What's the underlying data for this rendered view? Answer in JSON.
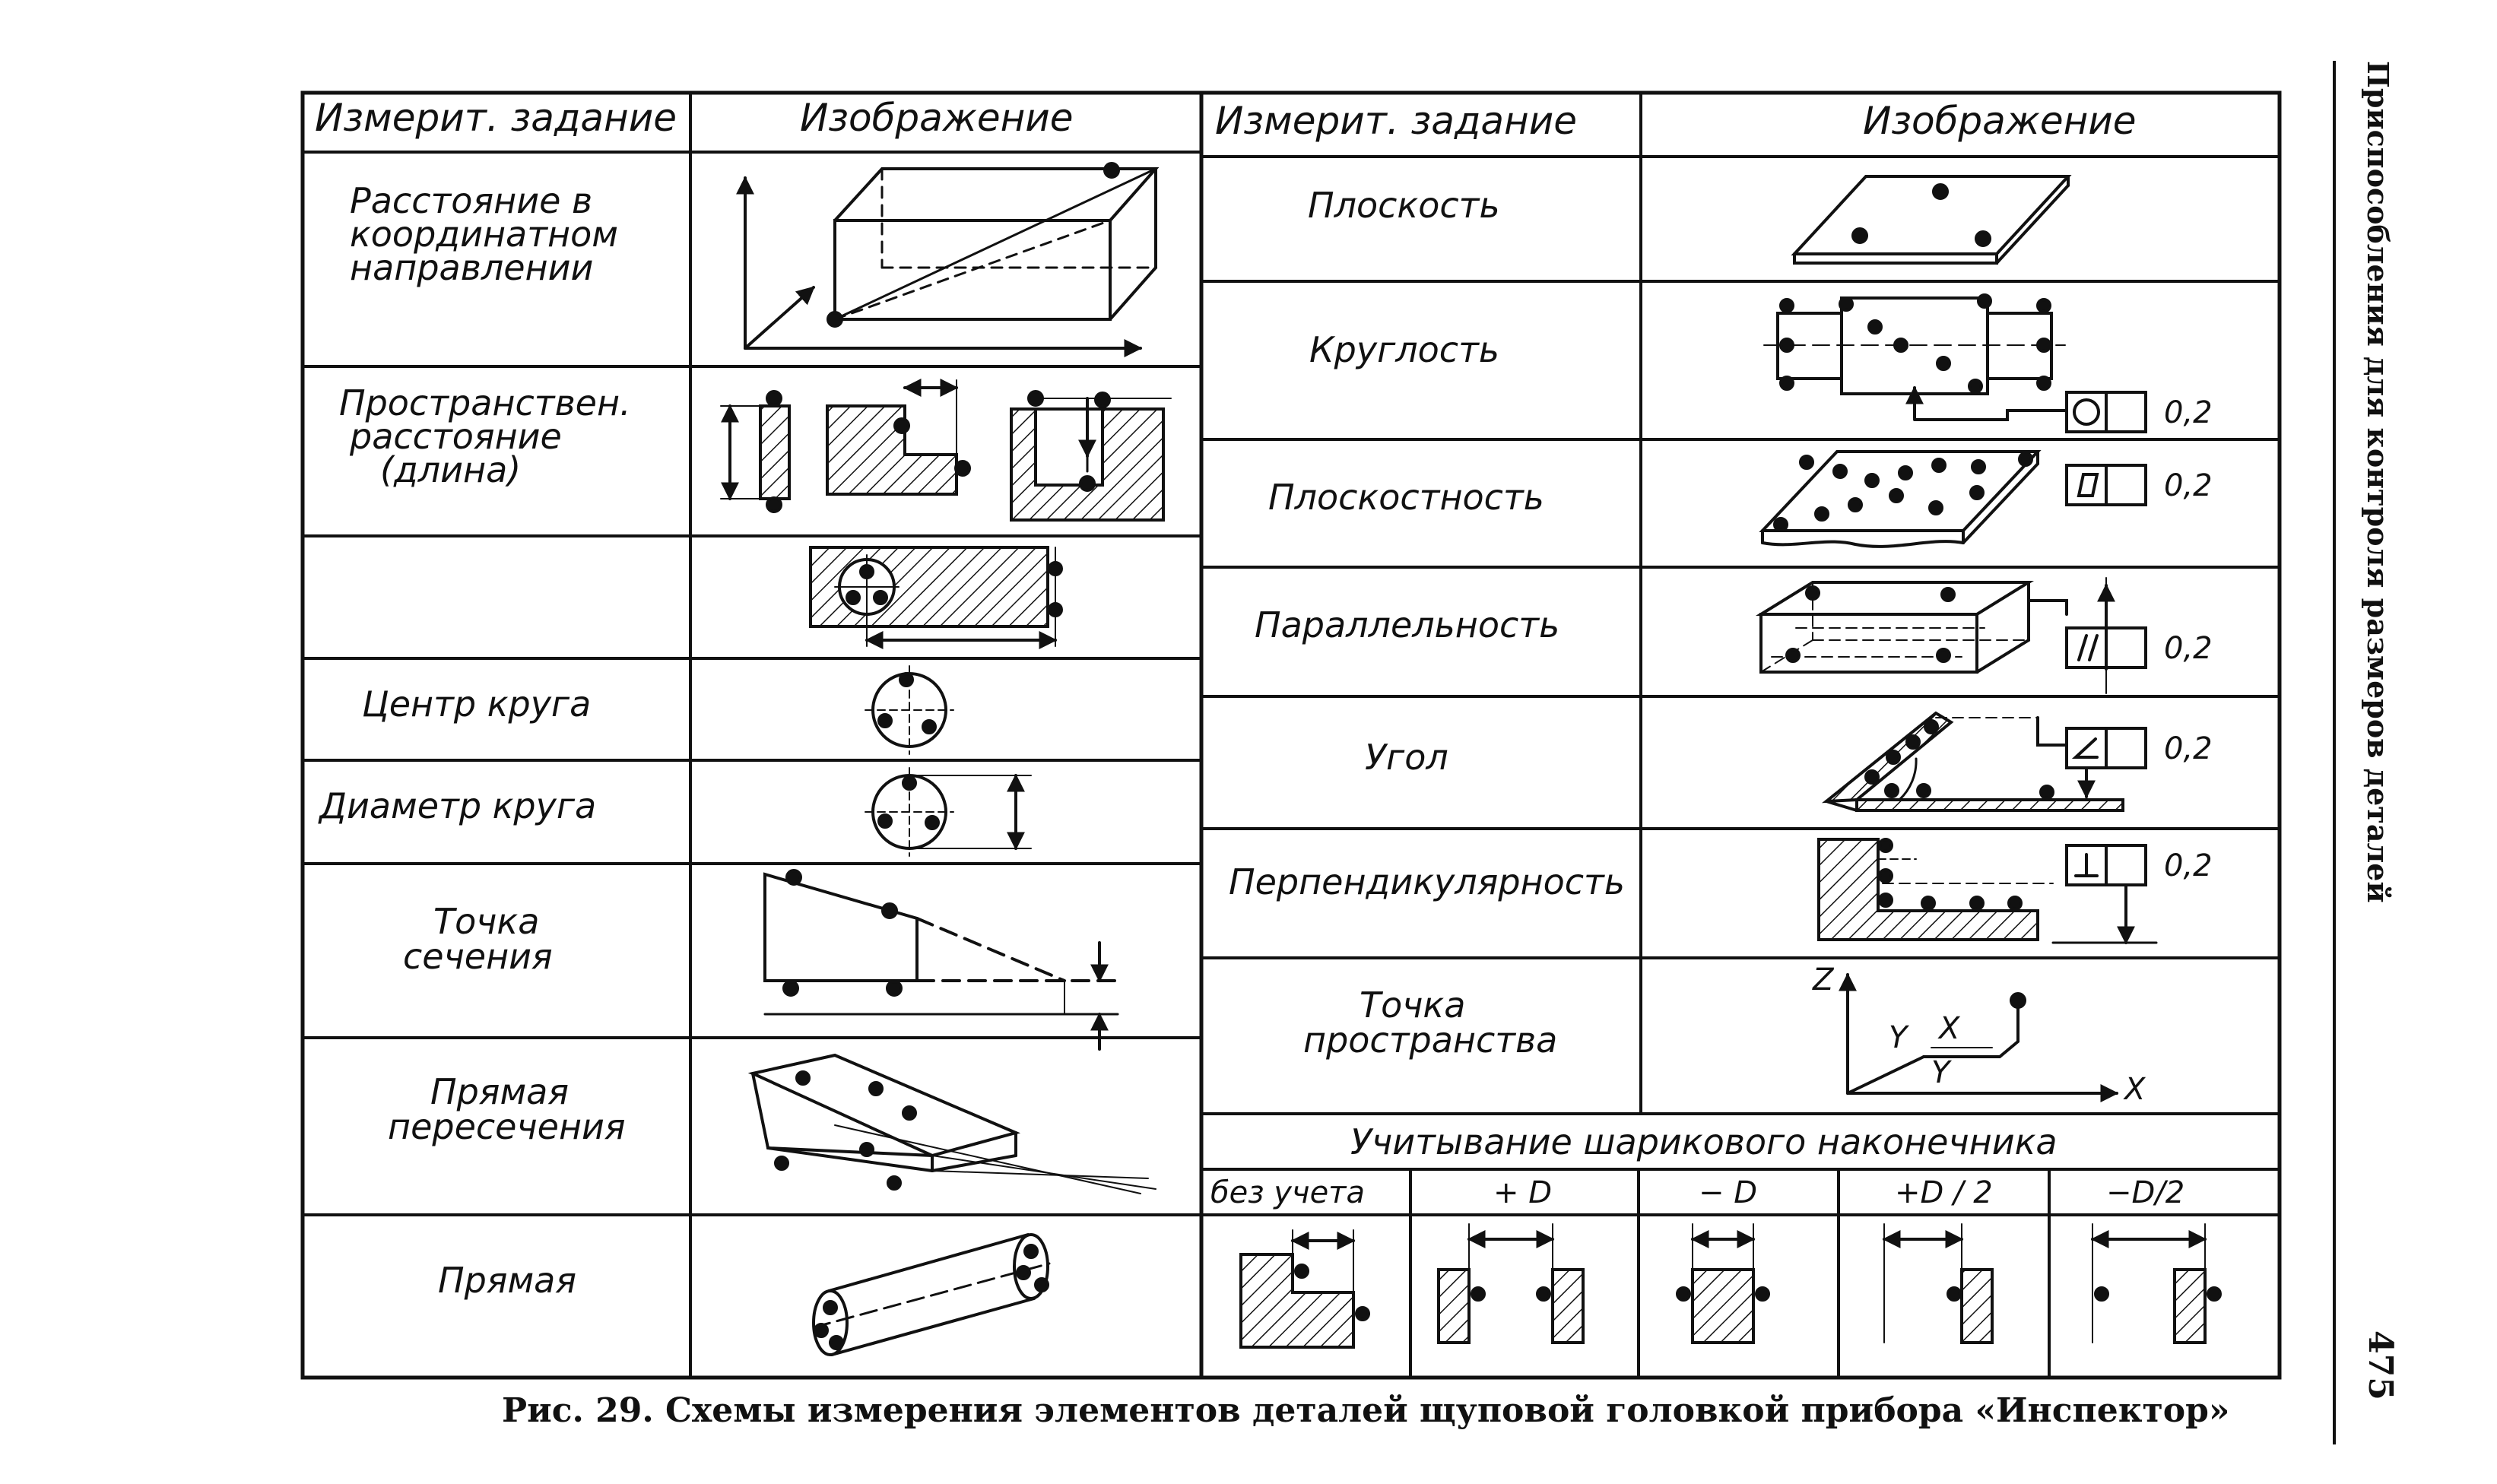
{
  "headers": {
    "left_task": "Измерит. задание",
    "left_image": "Изображение",
    "right_task": "Измерит. задание",
    "right_image": "Изображение"
  },
  "left_rows": [
    {
      "task": "Расстояние в координатном направлении"
    },
    {
      "task": "Пространствен. расстояние (длина)"
    },
    {
      "task": ""
    },
    {
      "task": "Центр круга"
    },
    {
      "task": "Диаметр круга"
    },
    {
      "task": "Точка сечения"
    },
    {
      "task": "Прямая пересечения"
    },
    {
      "task": "Прямая"
    }
  ],
  "right_rows": [
    {
      "task": "Плоскость",
      "tolerance": ""
    },
    {
      "task": "Круглость",
      "tolerance": "0,2"
    },
    {
      "task": "Плоскостность",
      "tolerance": "0,2"
    },
    {
      "task": "Параллельность",
      "tolerance": "0,2"
    },
    {
      "task": "Угол",
      "tolerance": "0,2"
    },
    {
      "task": "Перпендикулярность",
      "tolerance": "0,2"
    },
    {
      "task": "Точка пространства",
      "tolerance": ""
    }
  ],
  "axes": {
    "z": "Z",
    "y": "Y",
    "x": "X"
  },
  "ball_tip": {
    "title": "Учитывание шарикового наконечника",
    "columns": [
      "без учета",
      "+ D",
      "− D",
      "+D / 2",
      "−D/2"
    ]
  },
  "caption": "Рис. 29. Схемы измерения элементов деталей щуповой головкой прибора «Инспектор»",
  "side_title": "Приспособления для контроля размеров деталей",
  "page_number": "475"
}
